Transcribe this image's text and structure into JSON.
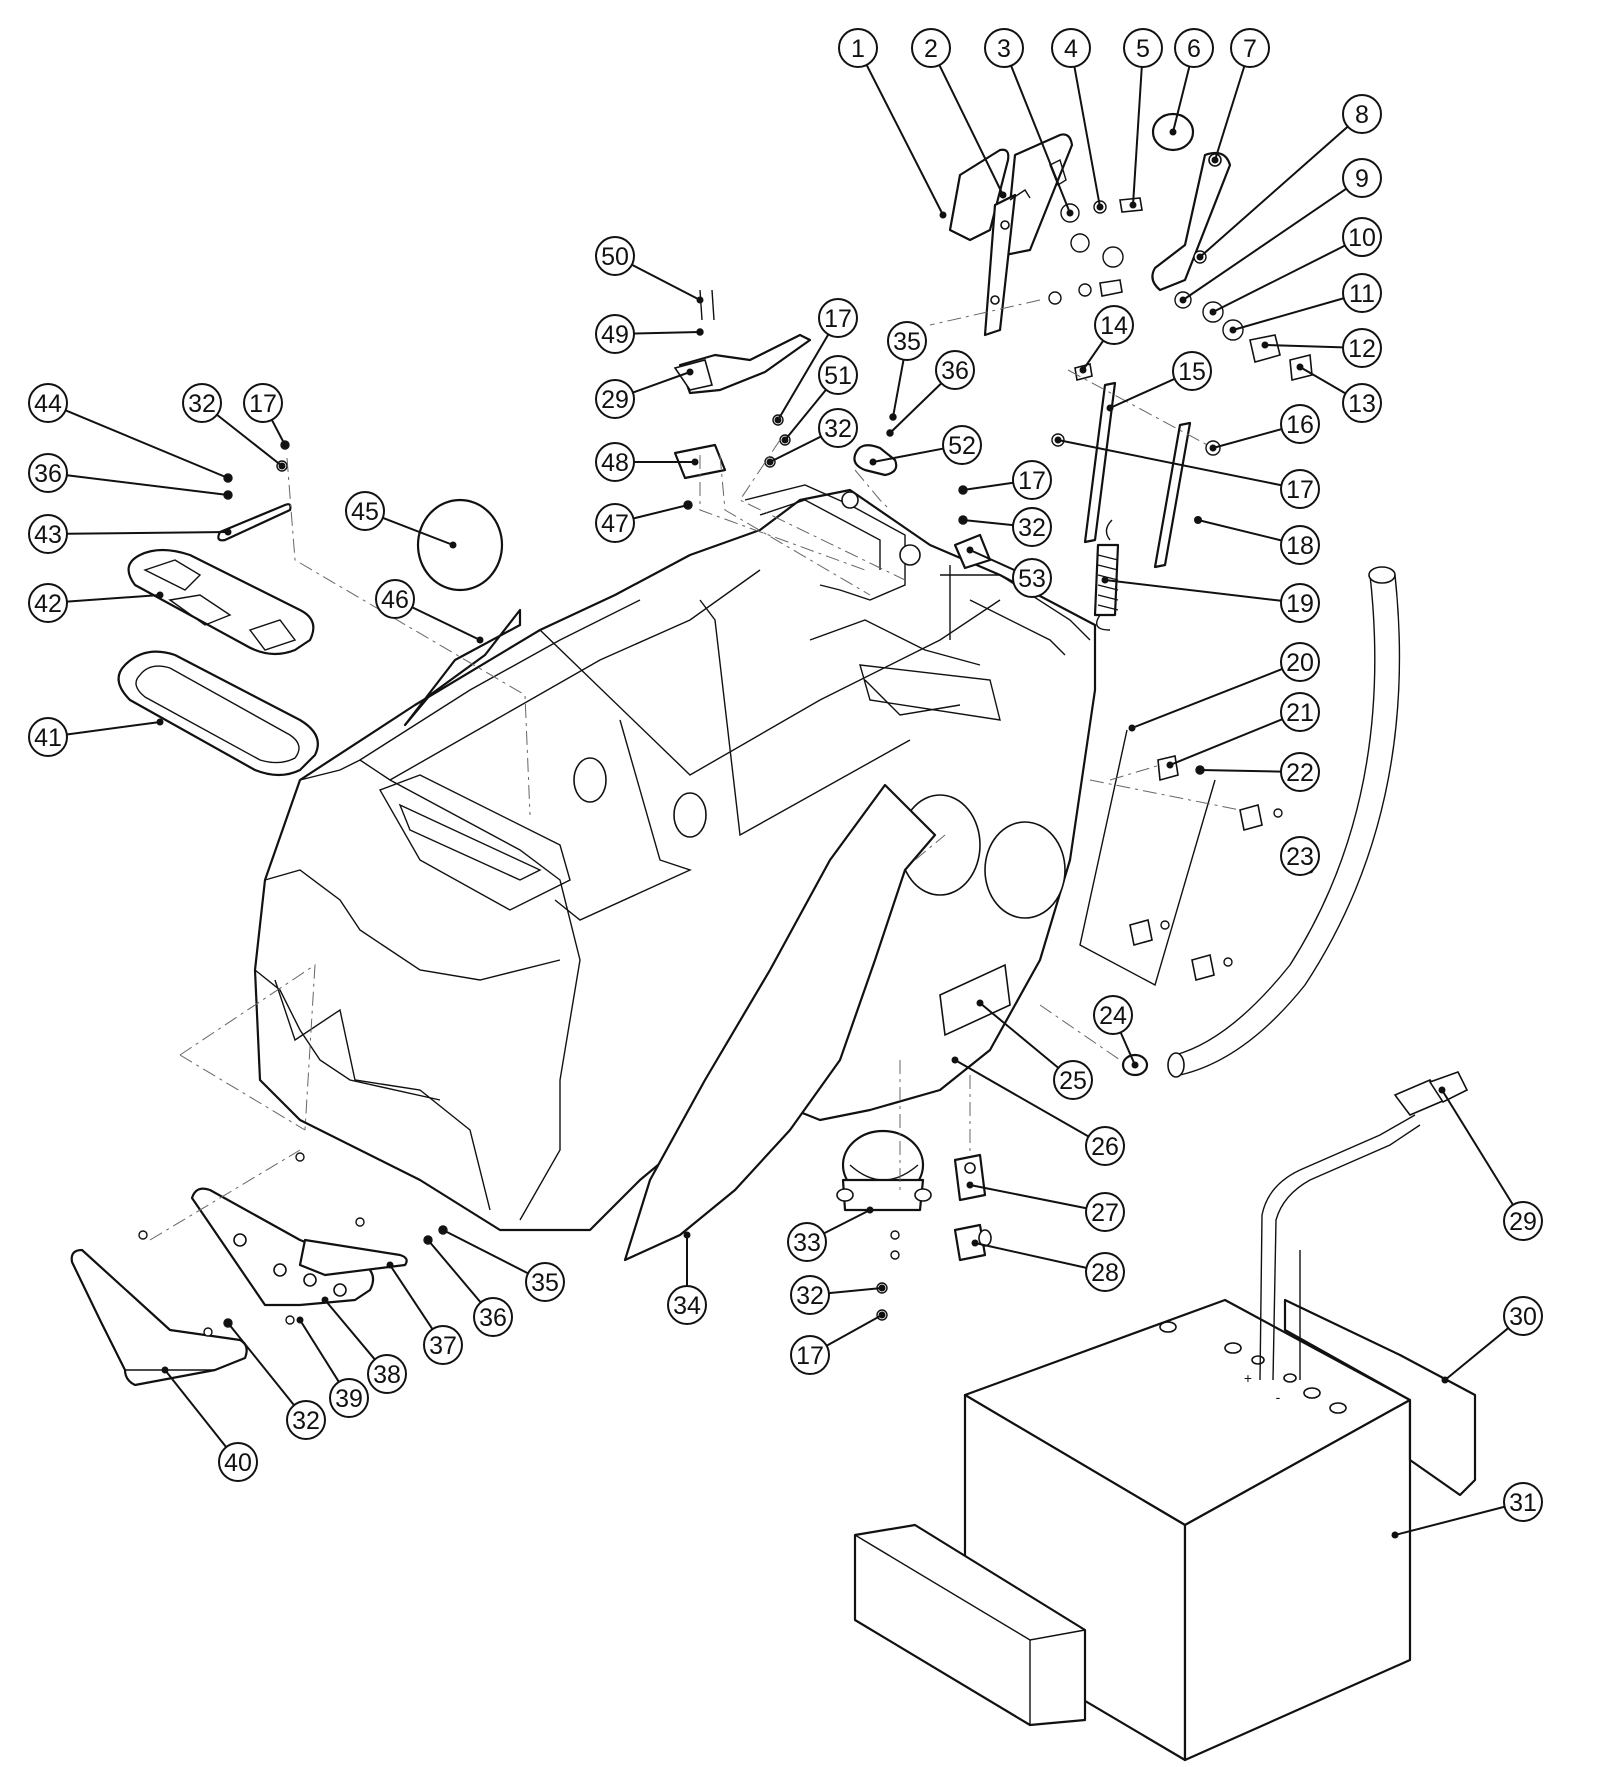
{
  "callouts": [
    {
      "label": "1"
    },
    {
      "label": "2"
    },
    {
      "label": "3"
    },
    {
      "label": "4"
    },
    {
      "label": "5"
    },
    {
      "label": "6"
    },
    {
      "label": "7"
    },
    {
      "label": "8"
    },
    {
      "label": "9"
    },
    {
      "label": "10"
    },
    {
      "label": "11"
    },
    {
      "label": "12"
    },
    {
      "label": "13"
    },
    {
      "label": "14"
    },
    {
      "label": "15"
    },
    {
      "label": "16"
    },
    {
      "label": "17"
    },
    {
      "label": "18"
    },
    {
      "label": "19"
    },
    {
      "label": "20"
    },
    {
      "label": "21"
    },
    {
      "label": "22"
    },
    {
      "label": "23"
    },
    {
      "label": "24"
    },
    {
      "label": "25"
    },
    {
      "label": "26"
    },
    {
      "label": "27"
    },
    {
      "label": "28"
    },
    {
      "label": "29"
    },
    {
      "label": "30"
    },
    {
      "label": "31"
    },
    {
      "label": "50"
    },
    {
      "label": "49"
    },
    {
      "label": "29"
    },
    {
      "label": "48"
    },
    {
      "label": "47"
    },
    {
      "label": "17"
    },
    {
      "label": "51"
    },
    {
      "label": "32"
    },
    {
      "label": "35"
    },
    {
      "label": "36"
    },
    {
      "label": "52"
    },
    {
      "label": "17"
    },
    {
      "label": "32"
    },
    {
      "label": "53"
    },
    {
      "label": "44"
    },
    {
      "label": "32"
    },
    {
      "label": "17"
    },
    {
      "label": "36"
    },
    {
      "label": "43"
    },
    {
      "label": "42"
    },
    {
      "label": "41"
    },
    {
      "label": "45"
    },
    {
      "label": "46"
    },
    {
      "label": "33"
    },
    {
      "label": "32"
    },
    {
      "label": "17"
    },
    {
      "label": "34"
    },
    {
      "label": "35"
    },
    {
      "label": "36"
    },
    {
      "label": "37"
    },
    {
      "label": "38"
    },
    {
      "label": "39"
    },
    {
      "label": "32"
    },
    {
      "label": "40"
    }
  ],
  "battery_terminal_marks": [
    "+",
    "-"
  ]
}
